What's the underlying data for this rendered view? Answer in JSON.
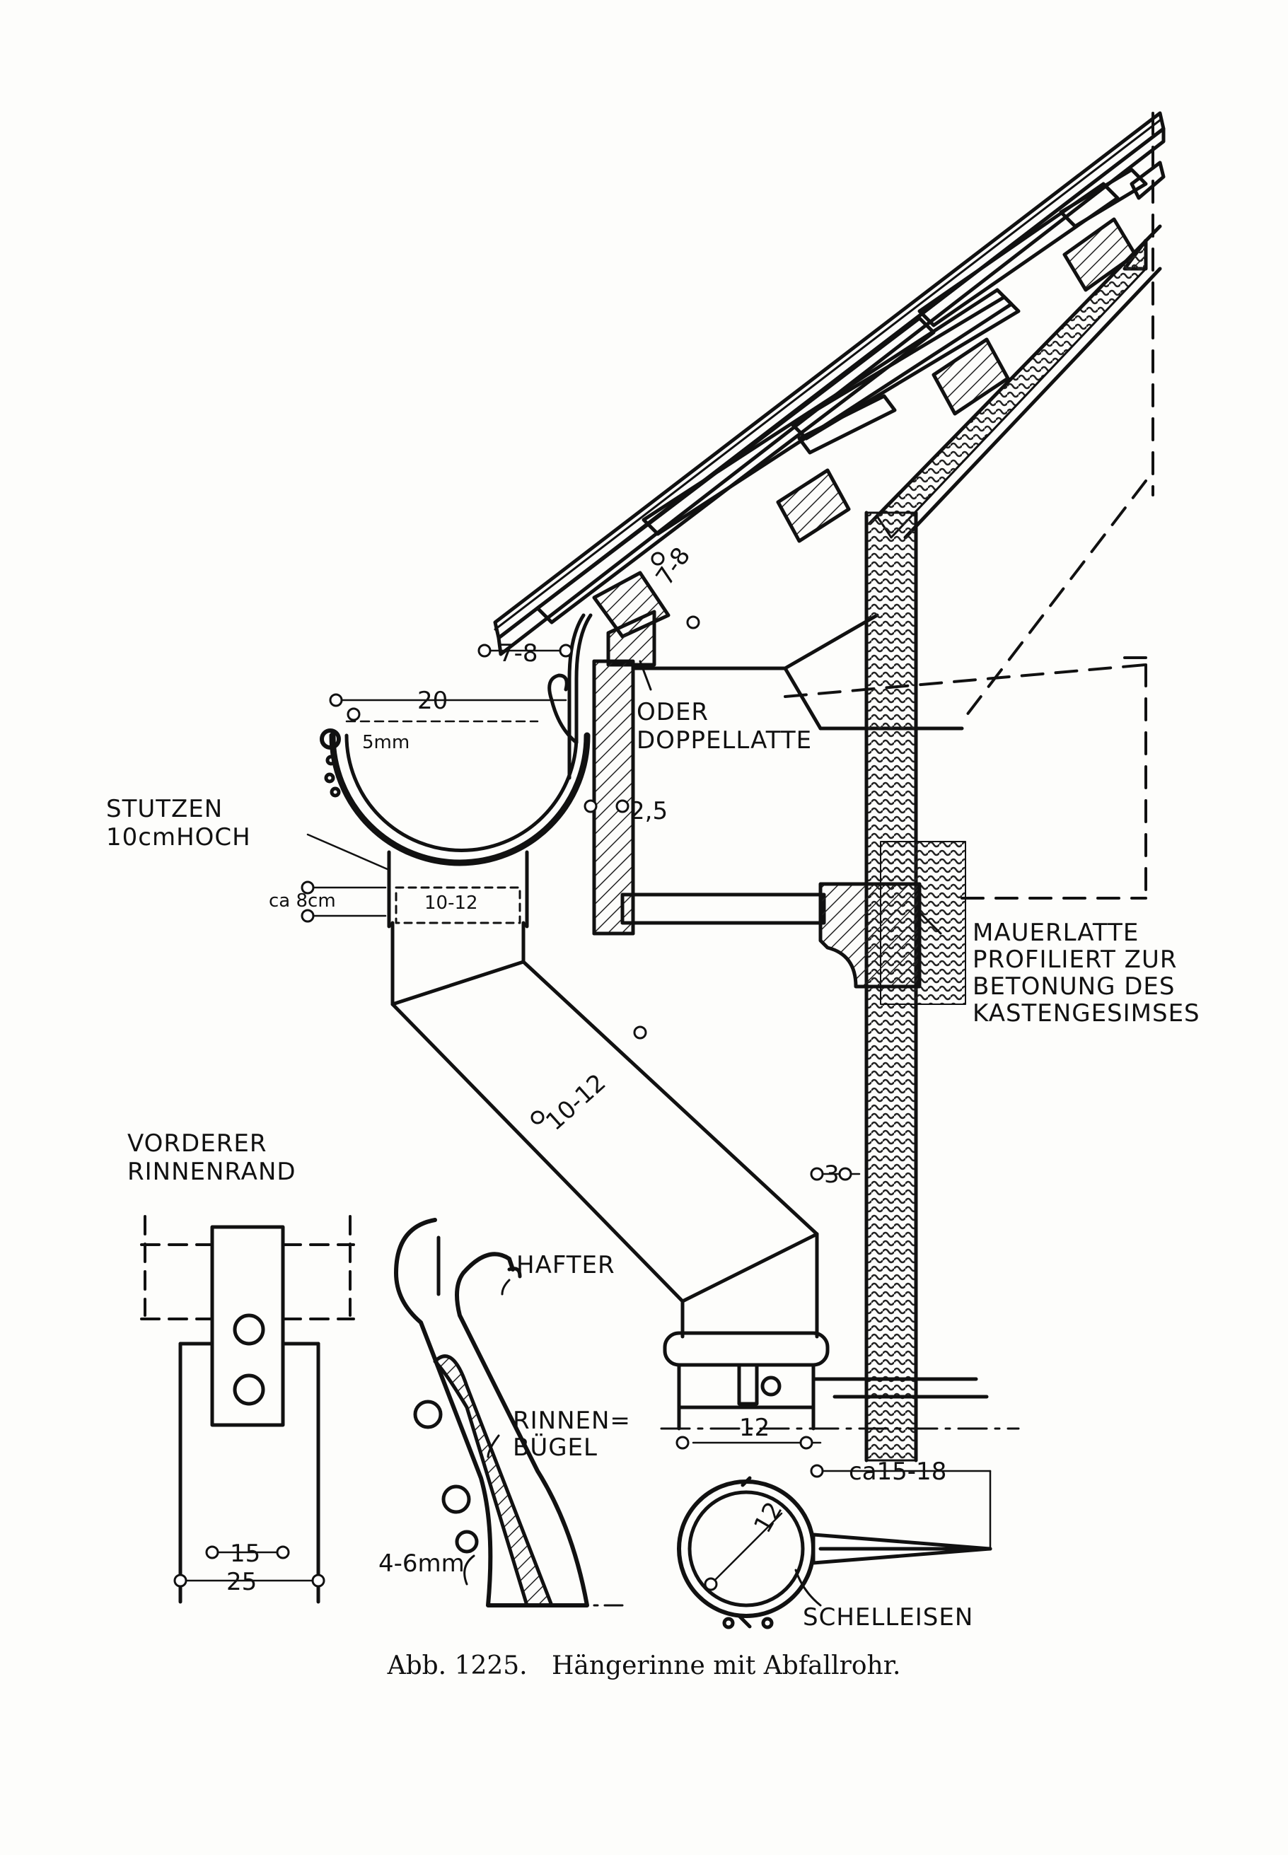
{
  "labels": {
    "oder": "ODER",
    "doppellatte": "DOPPELLATTE",
    "stutzen": "STUTZEN",
    "stutzen_hoch": "10cmHOCH",
    "mauerlatte_1": "MAUERLATTE",
    "mauerlatte_2": "PROFILIERT ZUR",
    "mauerlatte_3": "BETONUNG DES",
    "mauerlatte_4": "KASTENGESIMSES",
    "vorderer": "VORDERER",
    "rinnenrand": "RINNENRAND",
    "hafter": "HAFTER",
    "rinnen": "RINNEN=",
    "buegel": "BÜGEL",
    "schelleisen": "SCHELLEISEN"
  },
  "dimensions": {
    "d_78_top": "7-8",
    "d_78_left": "7-8",
    "d_20": "20",
    "d_5mm": "5mm",
    "d_25": "2,5",
    "d_ca8": "ca 8cm",
    "d_1012_stub": "10-12",
    "d_1012_pipe": "10-12",
    "d_3": "3",
    "d_12_top": "12",
    "d_12_ring": "12",
    "d_ca1518": "ca15-18",
    "d_15": "15",
    "d_25_width": "25",
    "d_46mm": "4-6mm"
  },
  "caption": {
    "abb": "Abb. 1225.",
    "title": "Hängerinne mit Abfallrohr."
  }
}
